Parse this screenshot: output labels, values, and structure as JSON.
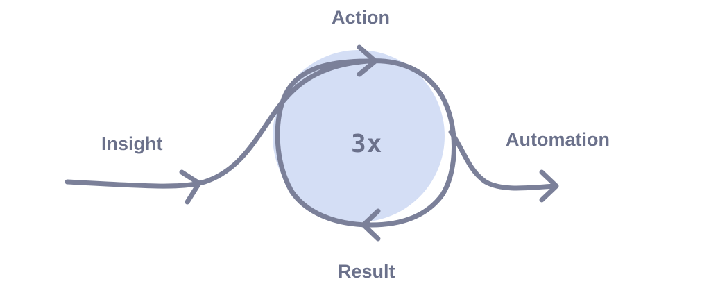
{
  "diagram": {
    "labels": {
      "action": "Action",
      "insight": "Insight",
      "automation": "Automation",
      "result": "Result",
      "multiplier": "3x"
    },
    "colors": {
      "stroke": "#7b8099",
      "circle_fill": "#d4def5",
      "text": "#6b718b"
    }
  }
}
